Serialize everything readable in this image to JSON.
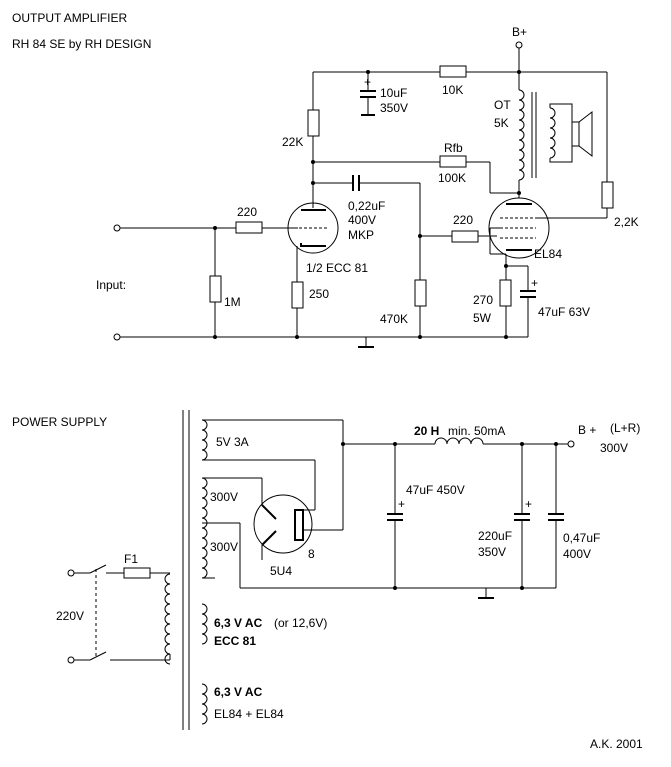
{
  "titles": {
    "amp_title": "OUTPUT AMPLIFIER",
    "amp_subtitle": "RH 84 SE  by RH DESIGN",
    "psu_title": "POWER SUPPLY",
    "author": "A.K.   2001"
  },
  "amplifier": {
    "supply_label": "B+",
    "input_label": "Input:",
    "r_input_series": "220",
    "r_grid_leak": "1M",
    "r_anode_ecc": "22K",
    "r_cathode_ecc": "250",
    "r_supply_drop": "10K",
    "cap_decouple_value": "10uF",
    "cap_decouple_voltage": "350V",
    "cap_coupling_value": "0,22uF",
    "cap_coupling_voltage": "400V",
    "cap_coupling_type": "MKP",
    "r_feedback_label": "Rfb",
    "r_feedback_value": "100K",
    "r_grid_el84": "470K",
    "r_grid_stopper_el84": "220",
    "tube_driver": "1/2  ECC 81",
    "tube_output": "EL84",
    "ot_label": "OT",
    "ot_impedance": "5K",
    "r_speaker_fb": "2,2K",
    "r_cathode_el84_value": "270",
    "r_cathode_el84_power": "5W",
    "cap_cathode_el84": "47uF  63V"
  },
  "power_supply": {
    "mains_voltage": "220V",
    "fuse_label": "F1",
    "sec_5v": "5V 3A",
    "sec_hv_top": "300V",
    "sec_hv_bottom": "300V",
    "rectifier_tube": "5U4",
    "rectifier_pin": "8",
    "heater_ecc_voltage": "6,3 V AC",
    "heater_ecc_alt": "(or 12,6V)",
    "heater_ecc_tube": "ECC 81",
    "heater_el84_voltage": "6,3 V AC",
    "heater_el84_tube": "EL84 + EL84",
    "cap_reservoir": "47uF 450V",
    "choke_value": "20 H",
    "choke_spec": "min. 50mA",
    "cap_filter_value": "220uF",
    "cap_filter_voltage": "350V",
    "cap_film_value": "0,47uF",
    "cap_film_voltage": "400V",
    "output_label": "B +",
    "output_channels": "(L+R)",
    "output_voltage": "300V"
  }
}
